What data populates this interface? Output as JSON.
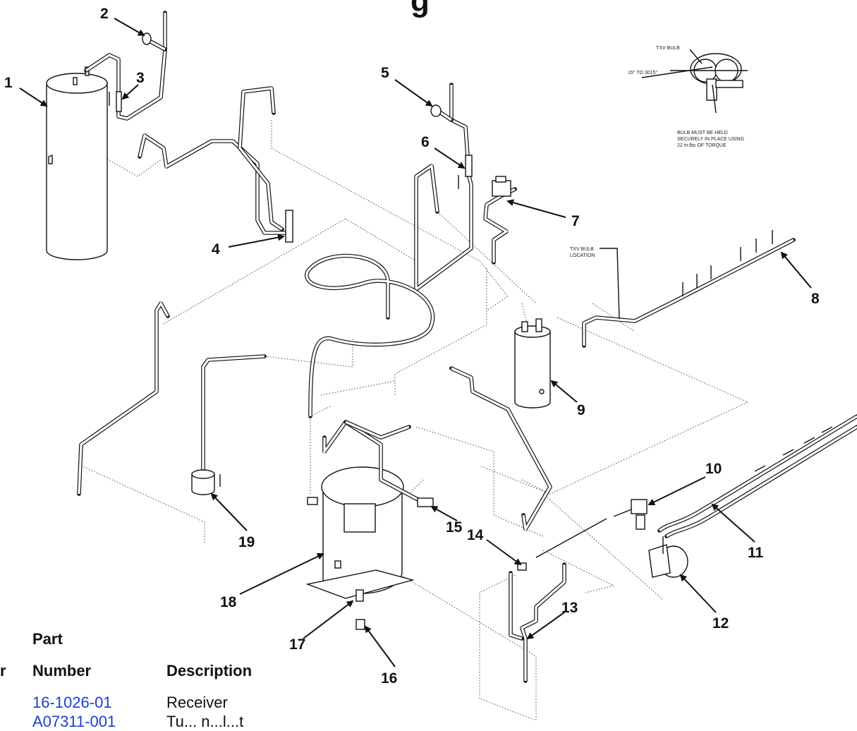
{
  "title_fragment": "g",
  "callouts": [
    "1",
    "2",
    "3",
    "4",
    "5",
    "6",
    "7",
    "8",
    "9",
    "10",
    "11",
    "12",
    "13",
    "14",
    "15",
    "16",
    "17",
    "18",
    "19"
  ],
  "notes": {
    "txv_bulb": "TXV BULB",
    "angle": "15° TO 3015°",
    "bulb_held_1": "BULB MUST BE HELD",
    "bulb_held_2": "SECURELY IN PLACE USING",
    "bulb_held_3": "22 in-lbs OF TORQUE",
    "txv_location_1": "TXV BULB",
    "txv_location_2": "LOCATION"
  },
  "table": {
    "col_item_fragment": "r",
    "col_part_1": "Part",
    "col_part_2": "Number",
    "col_description": "Description",
    "rows": [
      {
        "part_number": "16-1026-01",
        "description": "Receiver"
      },
      {
        "part_number": "A07311-001",
        "description": "Tu... n...l...t"
      }
    ]
  },
  "colors": {
    "link": "#1a3fd6",
    "ink": "#111111"
  }
}
